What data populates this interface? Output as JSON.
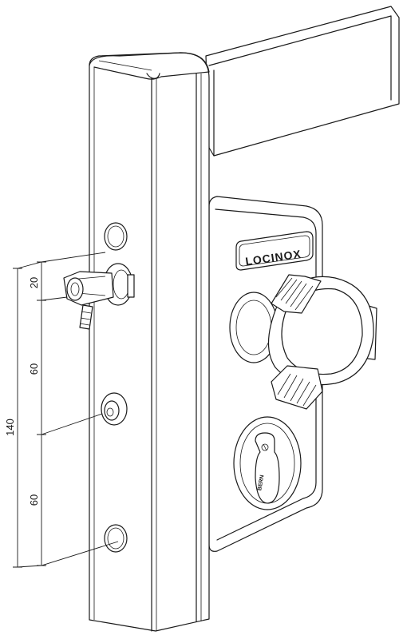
{
  "brand": {
    "logo_text": "LOCINOX"
  },
  "cylinder": {
    "label": "BERN"
  },
  "dimensions": {
    "total": "140",
    "top_offset": "20",
    "upper_spacing": "60",
    "lower_spacing": "60"
  }
}
